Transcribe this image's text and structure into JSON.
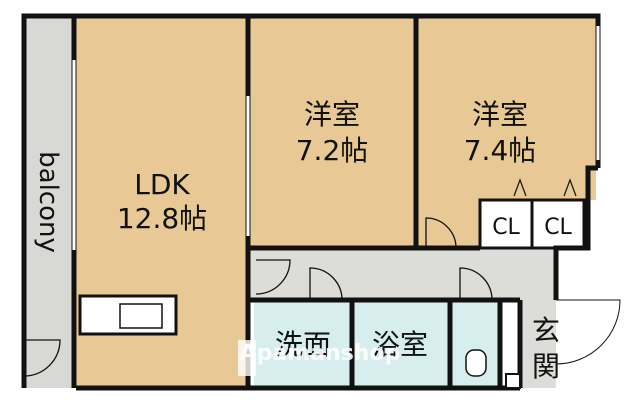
{
  "rooms": {
    "ldk": {
      "name": "LDK",
      "size": "12.8帖"
    },
    "western1": {
      "name": "洋室",
      "size": "7.2帖"
    },
    "western2": {
      "name": "洋室",
      "size": "7.4帖"
    },
    "closet1": "CL",
    "closet2": "CL",
    "balcony": "balcony",
    "washroom": "洗面",
    "bathroom": "浴室",
    "entrance_line1": "玄",
    "entrance_line2": "関"
  },
  "watermark": "Apamanshop",
  "colors": {
    "room_fill": "#e8c995",
    "wet_area_fill": "#d7eeee",
    "balcony_fill": "#d8d8d4",
    "hall_fill": "#dcdcd8",
    "wall": "#111111"
  }
}
